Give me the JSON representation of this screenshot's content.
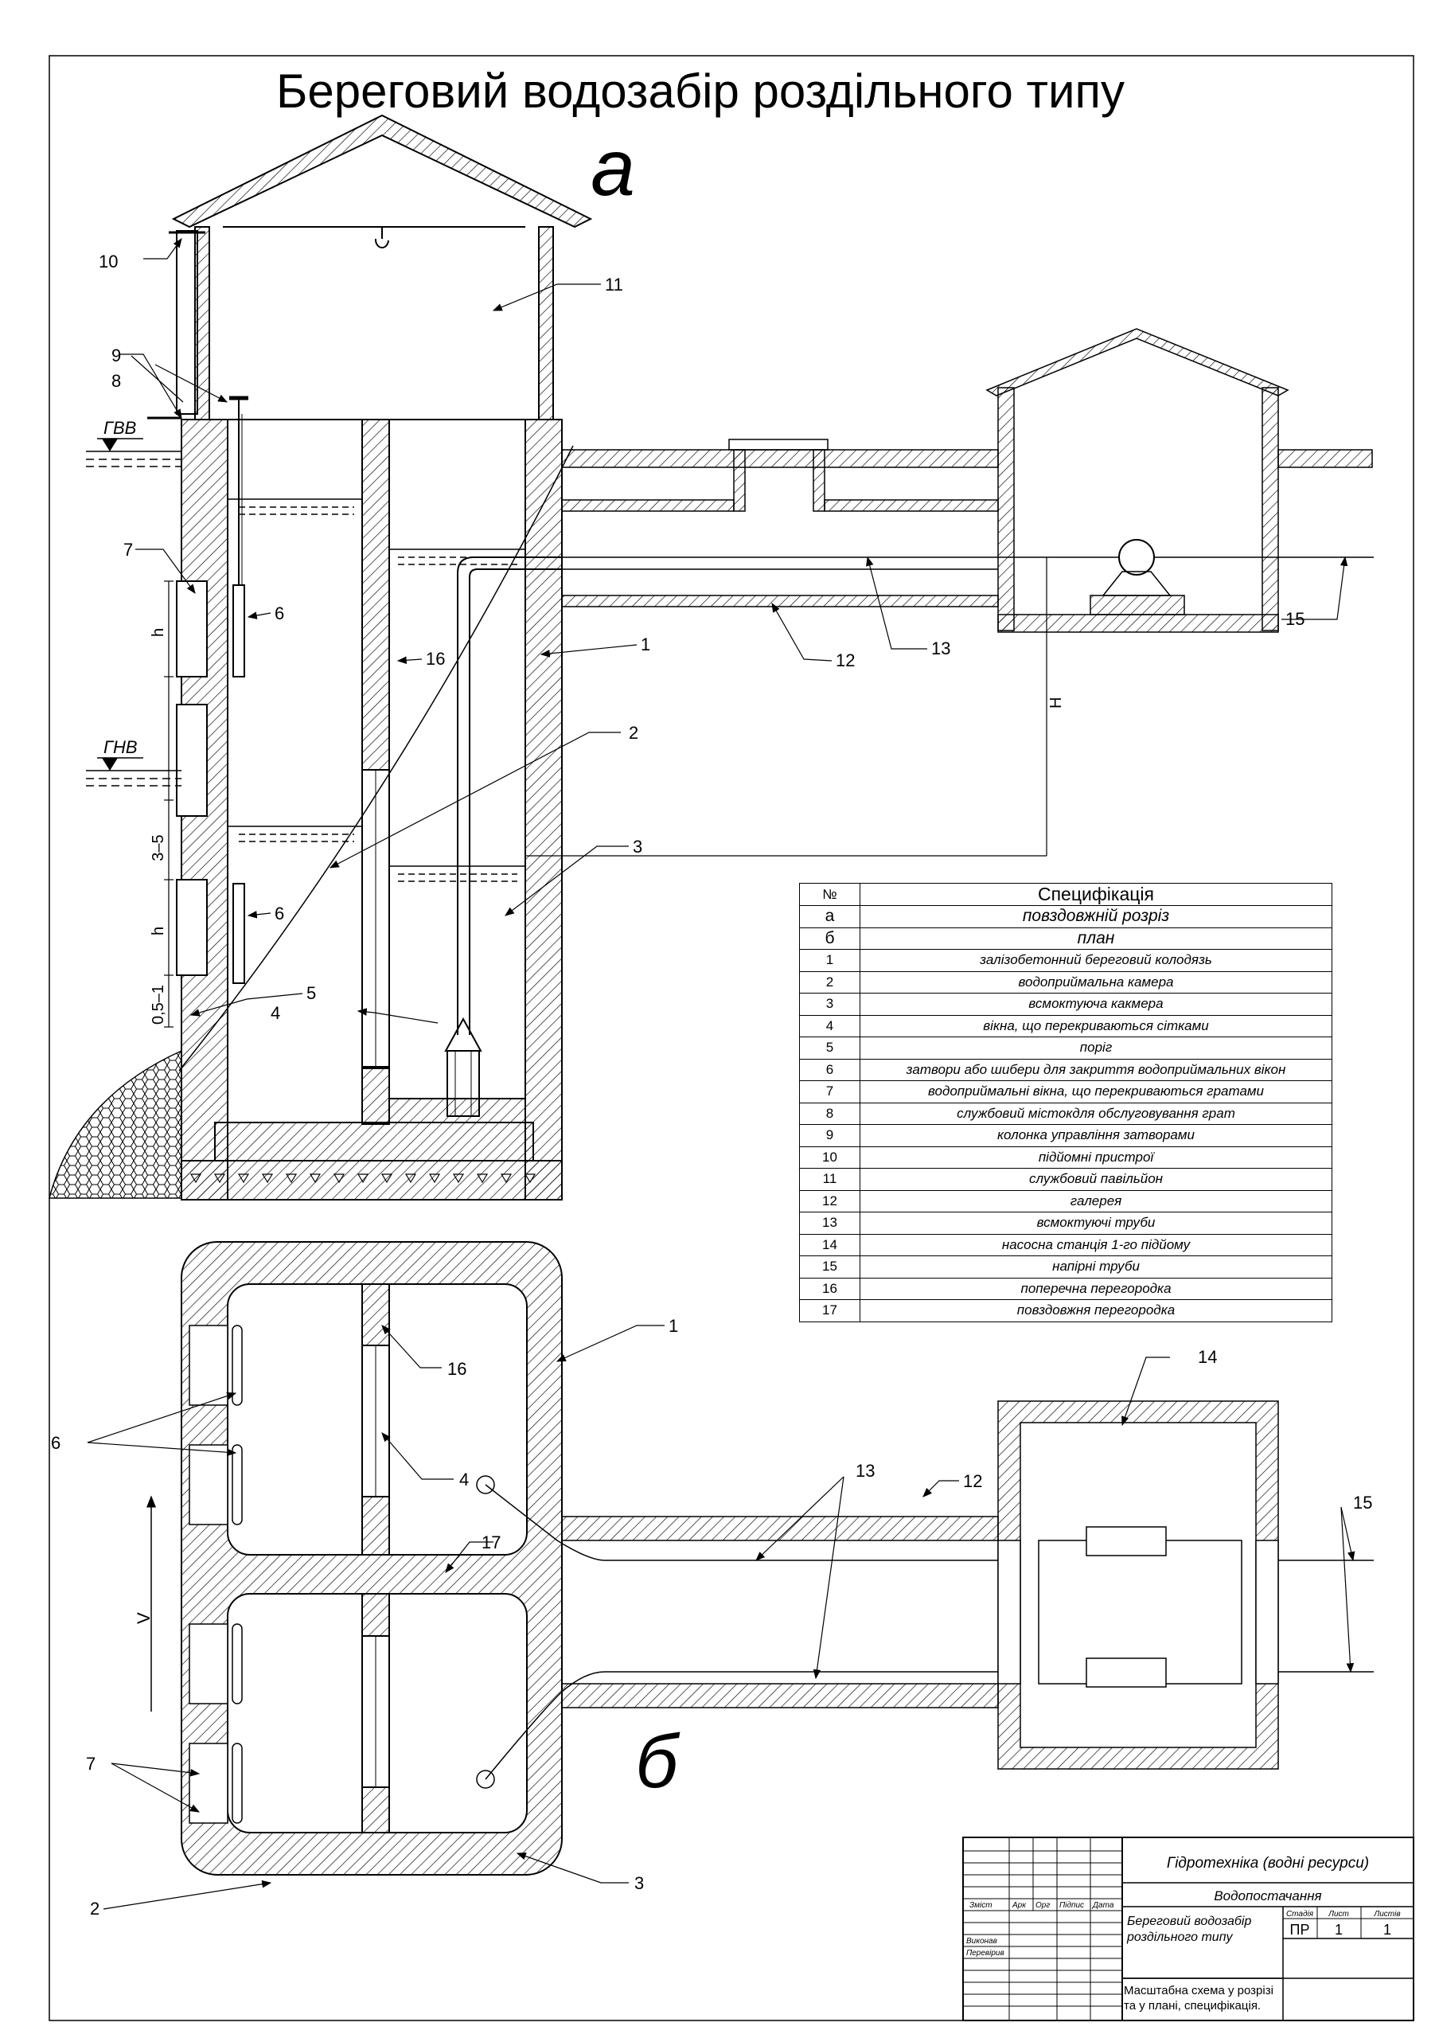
{
  "title": "Береговий водозабір роздільного типу",
  "section_labels": {
    "a": "а",
    "b": "б"
  },
  "elevations": {
    "high_water": "ГВВ",
    "low_water": "ГНВ"
  },
  "dimensions": {
    "h_top": "h",
    "range_3_5": "3–5",
    "h_bottom": "h",
    "range_05_1": "0,5–1",
    "head": "Н",
    "flow": "V"
  },
  "callouts": {
    "c1": "1",
    "c2": "2",
    "c3": "3",
    "c4": "4",
    "c5": "5",
    "c6": "6",
    "c7": "7",
    "c8": "8",
    "c9": "9",
    "c10": "10",
    "c11": "11",
    "c12": "12",
    "c13": "13",
    "c14": "14",
    "c15": "15",
    "c16": "16",
    "c17": "17"
  },
  "specification": {
    "header_num": "№",
    "header_title": "Специфікація",
    "rows": [
      {
        "num": "а",
        "text": "повздовжній розріз"
      },
      {
        "num": "б",
        "text": "план"
      },
      {
        "num": "1",
        "text": "залізобетонний береговий колодязь"
      },
      {
        "num": "2",
        "text": "водоприймальна камера"
      },
      {
        "num": "3",
        "text": "всмоктуюча какмера"
      },
      {
        "num": "4",
        "text": "вікна, що перекриваються сітками"
      },
      {
        "num": "5",
        "text": "поріг"
      },
      {
        "num": "6",
        "text": "затвори або шибери для закриття водоприймальних вікон"
      },
      {
        "num": "7",
        "text": "водоприймальні вікна, що перекриваються гратами"
      },
      {
        "num": "8",
        "text": "службовий містокдля обслуговування грат"
      },
      {
        "num": "9",
        "text": "колонка управління затворами"
      },
      {
        "num": "10",
        "text": "підйомні пристрої"
      },
      {
        "num": "11",
        "text": "службовий павільйон"
      },
      {
        "num": "12",
        "text": "галерея"
      },
      {
        "num": "13",
        "text": "всмоктуючі труби"
      },
      {
        "num": "14",
        "text": "насосна станція 1-го підйому"
      },
      {
        "num": "15",
        "text": "напірні труби"
      },
      {
        "num": "16",
        "text": "поперечна перегородка"
      },
      {
        "num": "17",
        "text": "повздовжня перегородка"
      }
    ]
  },
  "title_block": {
    "discipline": "Гідротехніка (водні ресурси)",
    "subject": "Водопостачання",
    "drawing_title_1": "Береговий водозабір",
    "drawing_title_2": "роздільного типу",
    "sheet_desc_1": "Масштабна схема у розрізі",
    "sheet_desc_2": "та у плані, специфікація.",
    "col_zmist": "Зміст",
    "col_ark": "Арк",
    "col_org": "Орг",
    "col_pidpys": "Підпис",
    "col_data": "Дата",
    "row_vykonav": "Виконав",
    "row_pereviryv": "Перевірив",
    "stadia_label": "Стадія",
    "lyst_label": "Лист",
    "lystiv_label": "Листів",
    "stadia": "ПР",
    "lyst": "1",
    "lystiv": "1"
  }
}
